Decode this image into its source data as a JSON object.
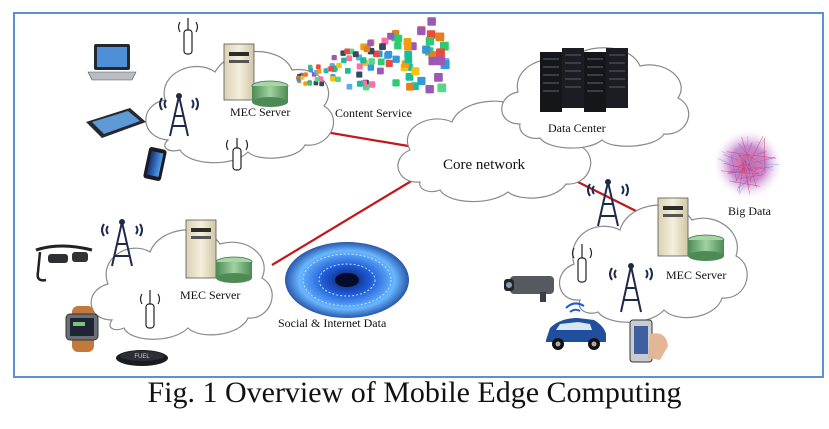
{
  "diagram": {
    "labels": {
      "mec_server_top": "MEC Server",
      "content_service": "Content Service",
      "data_center": "Data Center",
      "core_network": "Core network",
      "big_data": "Big Data",
      "mec_server_left": "MEC Server",
      "social_internet_data": "Social & Internet Data",
      "mec_server_right": "MEC Server"
    },
    "device_labels": {
      "wearable_band": "FUEL"
    },
    "caption": "Fig. 1 Overview of Mobile Edge Computing",
    "colors": {
      "frame_border": "#5b8fd6",
      "cloud_stroke": "#8a8a8a",
      "link_red": "#c0181b",
      "server_body": "#efe9d3",
      "storage_green": "#77b07a",
      "tower": "#1e2a4a",
      "rack": "#15161a"
    }
  }
}
